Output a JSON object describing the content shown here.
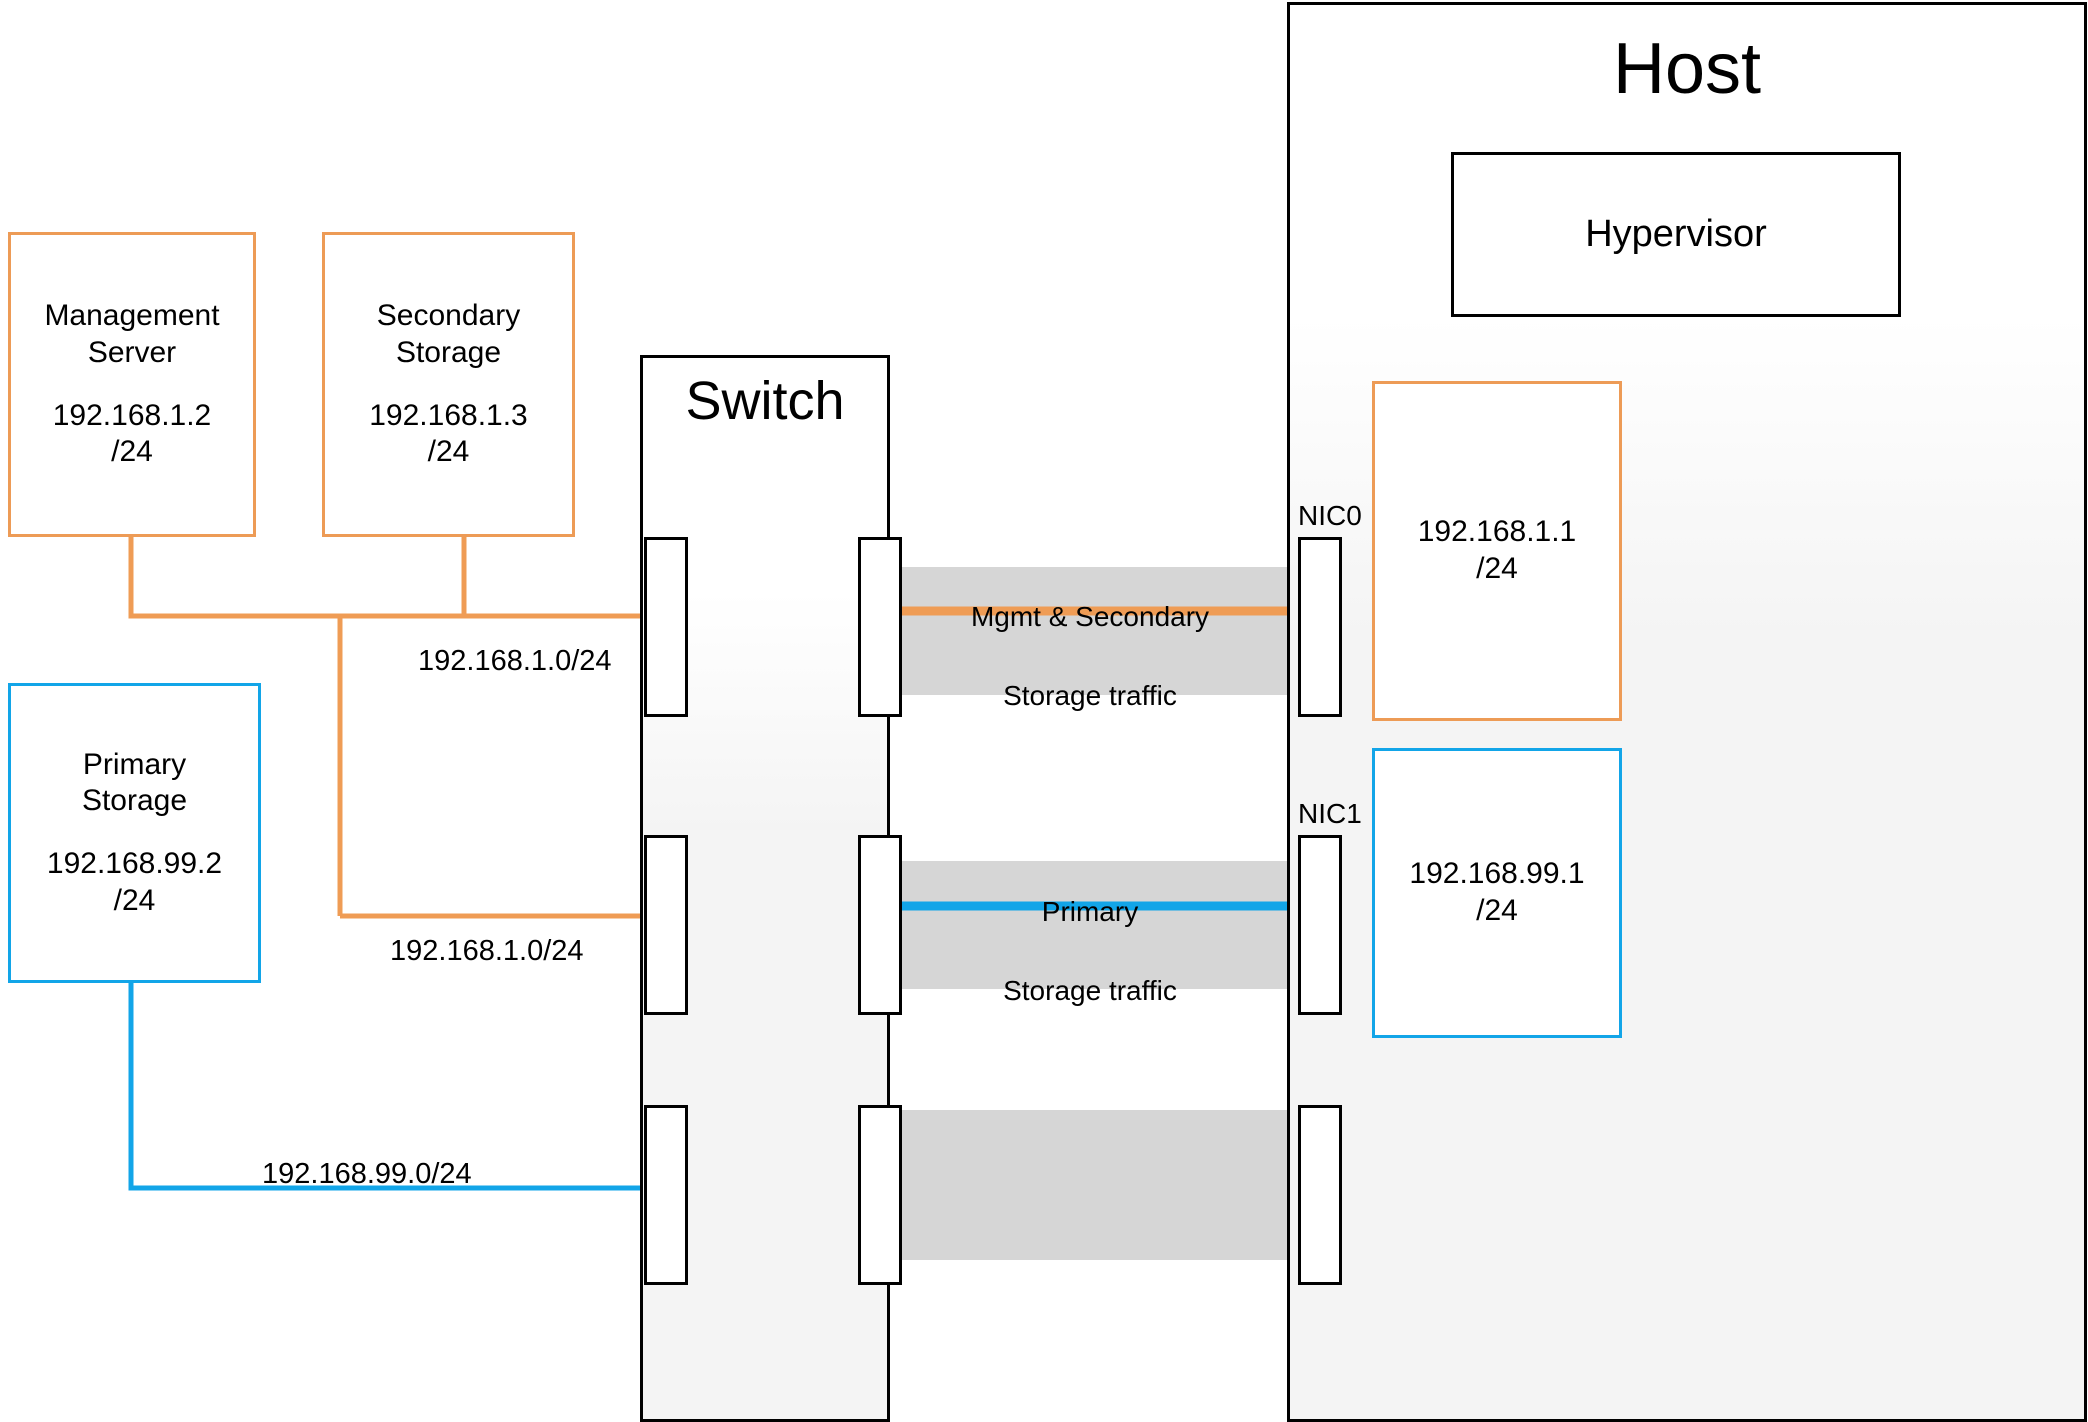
{
  "diagram": {
    "title": "CloudStack basic network topology with management, secondary and primary storage",
    "colors": {
      "orange": "#ed9b56",
      "orange_line": "#ef9c55",
      "blue": "#12a5e8",
      "black": "#000000",
      "band_gray": "#d6d6d6",
      "container_fill": "#f4f4f4"
    }
  },
  "nodes": {
    "management_server": {
      "name": "Management\nServer",
      "address": "192.168.1.2\n/24",
      "color": "#ed9b56"
    },
    "secondary_storage": {
      "name": "Secondary\nStorage",
      "address": "192.168.1.3\n/24",
      "color": "#ed9b56"
    },
    "primary_storage": {
      "name": "Primary\nStorage",
      "address": "192.168.99.2\n/24",
      "color": "#12a5e8"
    },
    "switch": {
      "name": "Switch"
    },
    "host": {
      "name": "Host",
      "hypervisor": "Hypervisor"
    },
    "nic0_ip": {
      "address": "192.168.1.1\n/24",
      "color": "#ed9b56"
    },
    "nic1_ip": {
      "address": "192.168.99.1\n/24",
      "color": "#12a5e8"
    }
  },
  "nic_labels": {
    "nic0": "NIC0",
    "nic1": "NIC1"
  },
  "network_labels": [
    {
      "text": "192.168.1.0/24"
    },
    {
      "text": "192.168.1.0/24"
    },
    {
      "text": "192.168.99.0/24"
    }
  ],
  "traffic_labels": {
    "mgmt_secondary": {
      "line1": "Mgmt & Secondary",
      "line2": "Storage traffic",
      "color": "#ef9c55"
    },
    "primary": {
      "line1": "Primary",
      "line2": "Storage traffic",
      "color": "#12a5e8"
    }
  }
}
